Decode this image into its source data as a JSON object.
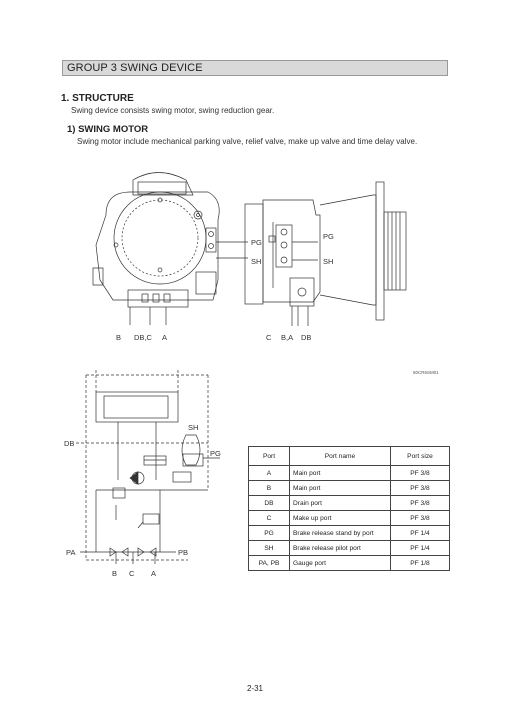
{
  "group_title": "GROUP  3  SWING DEVICE",
  "section": {
    "heading": "1. STRUCTURE",
    "text": "Swing device consists swing motor, swing reduction gear."
  },
  "subsection": {
    "heading": "1) SWING MOTOR",
    "text": "Swing motor include mechanical parking valve, relief valve, make up valve and time delay valve."
  },
  "figure": {
    "front_labels": {
      "pg": "PG",
      "sh": "SH",
      "b": "B",
      "dbc": "DB,C",
      "a": "A"
    },
    "side_labels": {
      "pg": "PG",
      "sh": "SH",
      "c": "C",
      "ba": "B,A",
      "db": "DB"
    },
    "figure_code": "60CR6SM01",
    "schematic_labels": {
      "sh": "SH",
      "db": "DB",
      "pg": "PG",
      "pa": "PA",
      "pb": "PB",
      "b": "B",
      "c": "C",
      "a": "A"
    }
  },
  "port_table": {
    "headers": [
      "Port",
      "Port name",
      "Port size"
    ],
    "rows": [
      {
        "port": "A",
        "name": "Main port",
        "size": "PF 3/8"
      },
      {
        "port": "B",
        "name": "Main port",
        "size": "PF 3/8"
      },
      {
        "port": "DB",
        "name": "Drain port",
        "size": "PF 3/8"
      },
      {
        "port": "C",
        "name": "Make up port",
        "size": "PF 3/8"
      },
      {
        "port": "PG",
        "name": "Brake release stand by port",
        "size": "PF 1/4"
      },
      {
        "port": "SH",
        "name": "Brake release pilot port",
        "size": "PF 1/4"
      },
      {
        "port": "PA, PB",
        "name": "Gauge port",
        "size": "PF 1/8"
      }
    ]
  },
  "page_number": "2-31"
}
